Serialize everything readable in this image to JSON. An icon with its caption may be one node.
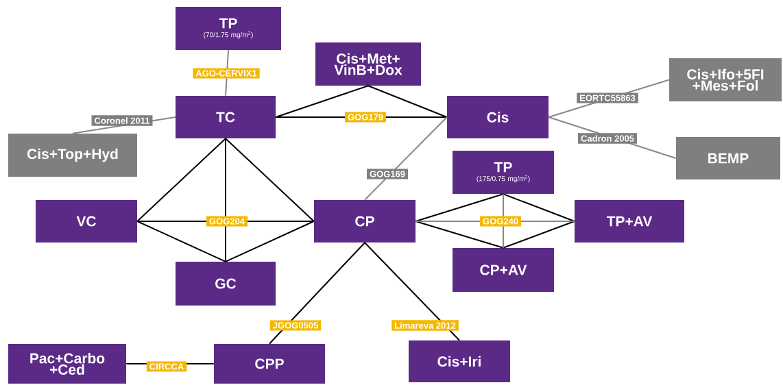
{
  "diagram": {
    "nodes": [
      {
        "text": [
          "TP",
          "(70/1.75 mg/m$^{2}$)"
        ]
      },
      {
        "text": [
          "Cis+Met+ VinB+Dox"
        ]
      },
      {
        "text": [
          "Cis+Ifo+5FI +Mes+Fol"
        ]
      },
      {
        "text": [
          "TC"
        ]
      },
      {
        "text": [
          "Cis"
        ]
      },
      {
        "text": [
          "Cis+Top+Hyd"
        ]
      },
      {
        "text": [
          "BEMP"
        ]
      },
      {
        "text": [
          "TP",
          "(175/0.75 mg/m$^{2}$)"
        ]
      },
      {
        "text": [
          "VC"
        ]
      },
      {
        "text": [
          "CP"
        ]
      },
      {
        "text": [
          "TP+AV"
        ]
      },
      {
        "text": [
          "GC"
        ]
      },
      {
        "text": [
          "CP+AV"
        ]
      },
      {
        "text": [
          "Pac+Carbo +Ced"
        ]
      },
      {
        "text": [
          "CPP"
        ]
      },
      {
        "text": [
          "Cis+Iri"
        ]
      }
    ],
    "edges": [
      {
        "from": 0,
        "to": 3,
        "arrow": "none",
        "label": "AGO-CERVIX1",
        "color": "#888888"
      },
      {
        "from": 3,
        "to": 5,
        "arrow": "none",
        "label": "Coronel 2011",
        "color": "#888888"
      },
      {
        "from": 3,
        "to": 1,
        "arrow": "none"
      },
      {
        "from": 1,
        "to": 4,
        "arrow": "none"
      },
      {
        "from": 3,
        "to": 4,
        "arrow": "none",
        "label": "GOG179"
      },
      {
        "from": 4,
        "to": 2,
        "arrow": "none",
        "label": "EORTC55863",
        "color": "#888888"
      },
      {
        "from": 4,
        "to": 6,
        "arrow": "none",
        "label": "Cadron 2005",
        "color": "#888888"
      },
      {
        "from": 4,
        "to": 9,
        "arrow": "none",
        "label": "GOG169",
        "color": "#888888"
      },
      {
        "from": 3,
        "to": 8,
        "arrow": "none"
      },
      {
        "from": 3,
        "to": 11,
        "arrow": "none"
      },
      {
        "from": 3,
        "to": 9,
        "arrow": "none"
      },
      {
        "from": 8,
        "to": 11,
        "arrow": "none"
      },
      {
        "from": 8,
        "to": 9,
        "arrow": "none",
        "label": "GOG204"
      },
      {
        "from": 11,
        "to": 9,
        "arrow": "none"
      },
      {
        "from": 9,
        "to": 7,
        "arrow": "none"
      },
      {
        "from": 9,
        "to": 12,
        "arrow": "none"
      },
      {
        "from": 7,
        "to": 10,
        "arrow": "none"
      },
      {
        "from": 12,
        "to": 10,
        "arrow": "none"
      },
      {
        "from": 9,
        "to": 10,
        "arrow": "none",
        "label": "GOG240",
        "color": "#888888"
      },
      {
        "from": 7,
        "to": 12,
        "arrow": "none",
        "color": "#888888"
      },
      {
        "from": 9,
        "to": 14,
        "arrow": "none",
        "label": "JGOG0505"
      },
      {
        "from": 9,
        "to": 15,
        "arrow": "none",
        "label": "Limareva 2012"
      },
      {
        "from": 13,
        "to": 14,
        "arrow": "none",
        "label": "CIRCCA"
      }
    ]
  }
}
